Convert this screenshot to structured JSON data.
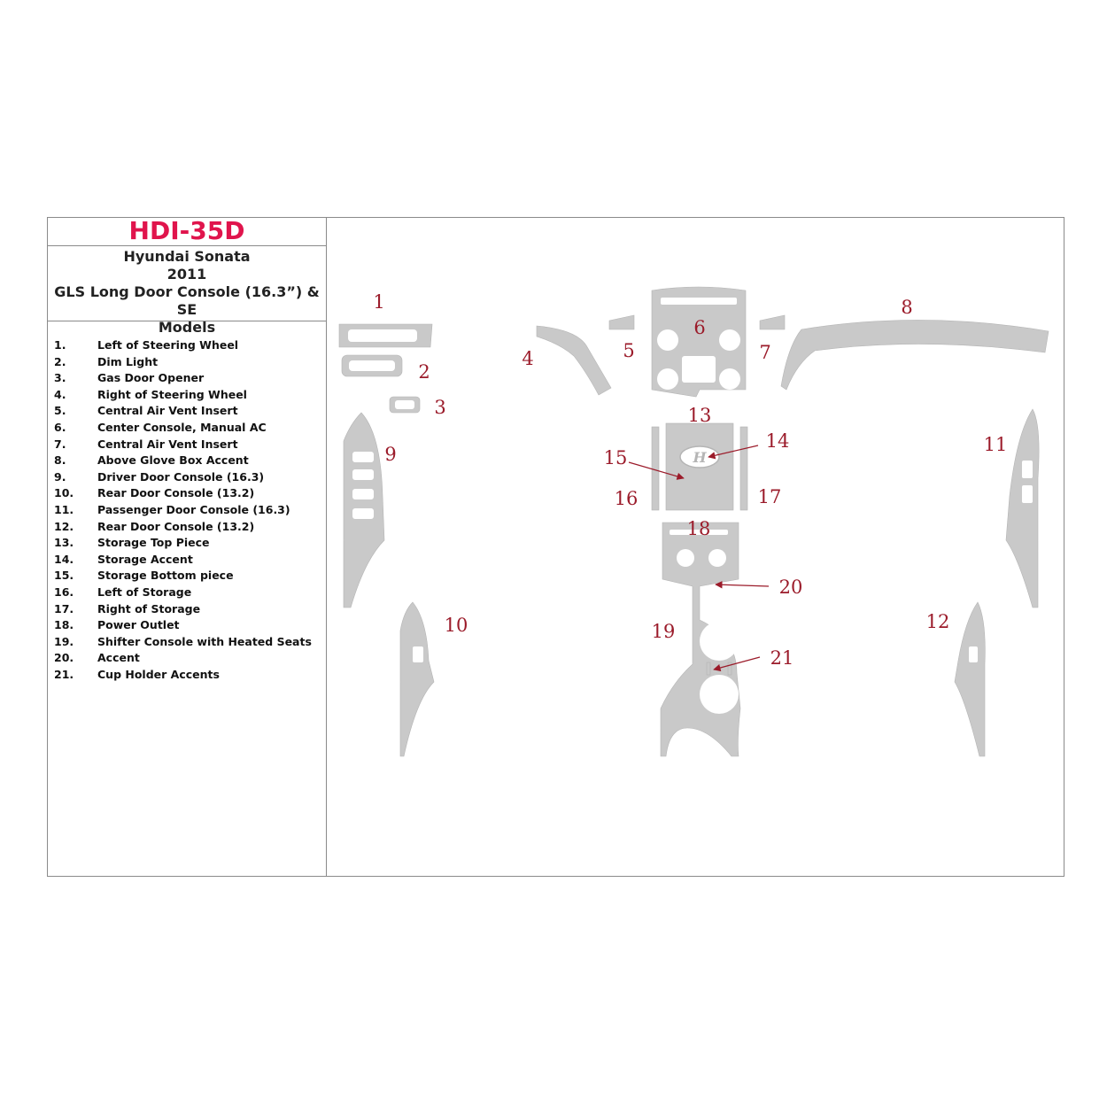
{
  "header": {
    "code": "HDI-35D",
    "vehicle": "Hyundai Sonata",
    "year": "2011",
    "variant_line1": "GLS Long Door Console (16.3”) & SE",
    "variant_line2": "Models"
  },
  "parts": [
    {
      "num": "1.",
      "label": "Left of Steering Wheel"
    },
    {
      "num": "2.",
      "label": "Dim Light"
    },
    {
      "num": "3.",
      "label": "Gas Door Opener"
    },
    {
      "num": "4.",
      "label": "Right of Steering Wheel"
    },
    {
      "num": "5.",
      "label": "Central Air Vent Insert"
    },
    {
      "num": "6.",
      "label": "Center Console, Manual AC"
    },
    {
      "num": "7.",
      "label": "Central Air Vent Insert"
    },
    {
      "num": "8.",
      "label": "Above Glove Box Accent"
    },
    {
      "num": "9.",
      "label": "Driver Door Console (16.3)"
    },
    {
      "num": "10.",
      "label": "Rear Door Console (13.2)"
    },
    {
      "num": "11.",
      "label": "Passenger Door Console (16.3)"
    },
    {
      "num": "12.",
      "label": "Rear Door Console (13.2)"
    },
    {
      "num": "13.",
      "label": "Storage Top Piece"
    },
    {
      "num": "14.",
      "label": "Storage Accent"
    },
    {
      "num": "15.",
      "label": "Storage Bottom piece"
    },
    {
      "num": "16.",
      "label": "Left of Storage"
    },
    {
      "num": "17.",
      "label": "Right of Storage"
    },
    {
      "num": "18.",
      "label": "Power Outlet"
    },
    {
      "num": "19.",
      "label": "Shifter Console with Heated Seats"
    },
    {
      "num": "20.",
      "label": "Accent"
    },
    {
      "num": "21.",
      "label": "Cup Holder Accents"
    }
  ],
  "callouts": [
    "1",
    "2",
    "3",
    "4",
    "5",
    "6",
    "7",
    "8",
    "9",
    "10",
    "11",
    "12",
    "13",
    "14",
    "15",
    "16",
    "17",
    "18",
    "19",
    "20",
    "21"
  ],
  "colors": {
    "code": "#e0144c",
    "callout": "#9b1b2a",
    "part_fill": "#c9c9c9",
    "border": "#8a8a8a"
  }
}
